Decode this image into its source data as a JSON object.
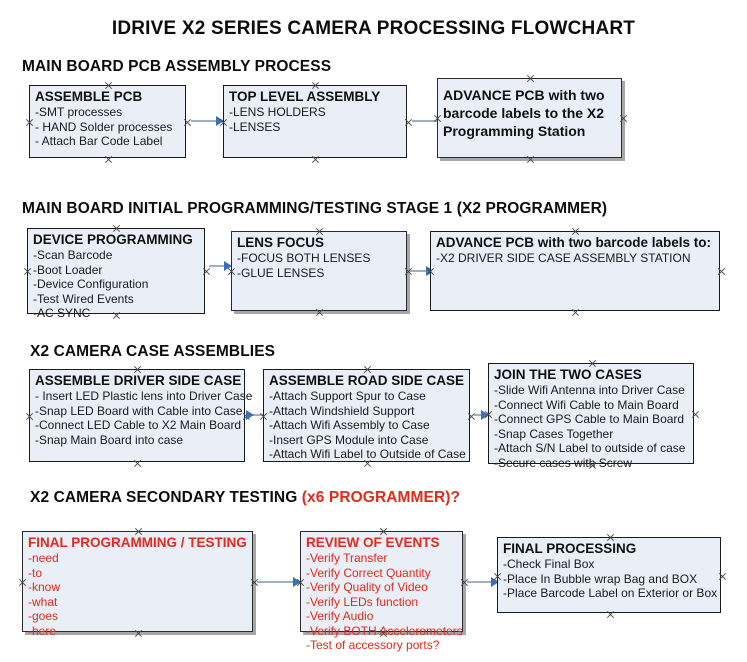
{
  "document": {
    "title": "IDRIVE X2  SERIES CAMERA PROCESSING FLOWCHART"
  },
  "colors": {
    "box_fill": "#e9eef7",
    "box_border": "#1a1a1a",
    "accent_red": "#e02b1c",
    "connector_line": "#9fb0c4",
    "arrow_head": "#3d6fb5",
    "shadow": "#a7a7a7"
  },
  "sections": [
    {
      "heading": "MAIN BOARD PCB ASSEMBLY PROCESS",
      "heading_accent": "",
      "boxes": [
        {
          "title": "ASSEMBLE PCB",
          "lines": [
            "-SMT processes",
            "- HAND Solder processes",
            "- Attach Bar Code Label"
          ]
        },
        {
          "title": "TOP LEVEL ASSEMBLY",
          "lines": [
            "-LENS HOLDERS",
            "-LENSES"
          ]
        },
        {
          "title": "ADVANCE PCB with two barcode labels to the  X2 Programming Station",
          "lines": []
        }
      ]
    },
    {
      "heading": "MAIN BOARD INITIAL PROGRAMMING/TESTING STAGE 1 (X2 PROGRAMMER)",
      "heading_accent": "",
      "boxes": [
        {
          "title": "DEVICE PROGRAMMING",
          "lines": [
            "-Scan Barcode",
            "-Boot Loader",
            "-Device Configuration",
            "-Test Wired Events",
            "-AC SYNC"
          ]
        },
        {
          "title": "LENS FOCUS",
          "lines": [
            "-FOCUS BOTH LENSES",
            "-GLUE LENSES"
          ]
        },
        {
          "title": "ADVANCE PCB with two barcode labels to:",
          "lines": [
            "-X2 DRIVER  SIDE  CASE  ASSEMBLY STATION"
          ]
        }
      ]
    },
    {
      "heading": "X2 CAMERA CASE ASSEMBLIES",
      "heading_accent": "",
      "boxes": [
        {
          "title": "ASSEMBLE DRIVER SIDE CASE",
          "lines": [
            "- Insert LED Plastic lens into Driver Case",
            "-Snap LED Board with Cable into Case",
            "-Connect LED Cable to X2 Main Board",
            "-Snap Main Board into case"
          ]
        },
        {
          "title": "ASSEMBLE ROAD SIDE CASE",
          "lines": [
            "-Attach Support Spur to Case",
            "-Attach Windshield Support",
            "-Attach Wifi Assembly to Case",
            "-Insert GPS Module into Case",
            "-Attach Wifi Label to Outside of Case"
          ]
        },
        {
          "title": "JOIN THE TWO CASES",
          "lines": [
            "-Slide Wifi Antenna into Driver Case",
            "-Connect Wifi Cable to Main Board",
            "-Connect GPS Cable to Main Board",
            "-Snap Cases Together",
            "-Attach S/N Label to outside of case",
            "-Secure cases with Screw"
          ]
        }
      ]
    },
    {
      "heading": "X2 CAMERA SECONDARY TESTING ",
      "heading_accent": "(x6 PROGRAMMER)?",
      "boxes": [
        {
          "title": "FINAL PROGRAMMING / TESTING",
          "lines": [
            "-need",
            "-to",
            "-know",
            "-what",
            "-goes",
            "-here"
          ]
        },
        {
          "title": "REVIEW OF EVENTS",
          "lines": [
            "-Verify Transfer",
            "-Verify Correct Quantity",
            "-Verify Quality of Video",
            "-Verify LEDs function",
            "-Verify Audio",
            "-Verify BOTH Accelerometers",
            "-Test of accessory ports?"
          ]
        },
        {
          "title": "FINAL PROCESSING",
          "lines": [
            " -Check Final Box",
            "-Place In Bubble wrap Bag and BOX",
            "-Place Barcode Label on Exterior or Box"
          ]
        }
      ]
    }
  ]
}
